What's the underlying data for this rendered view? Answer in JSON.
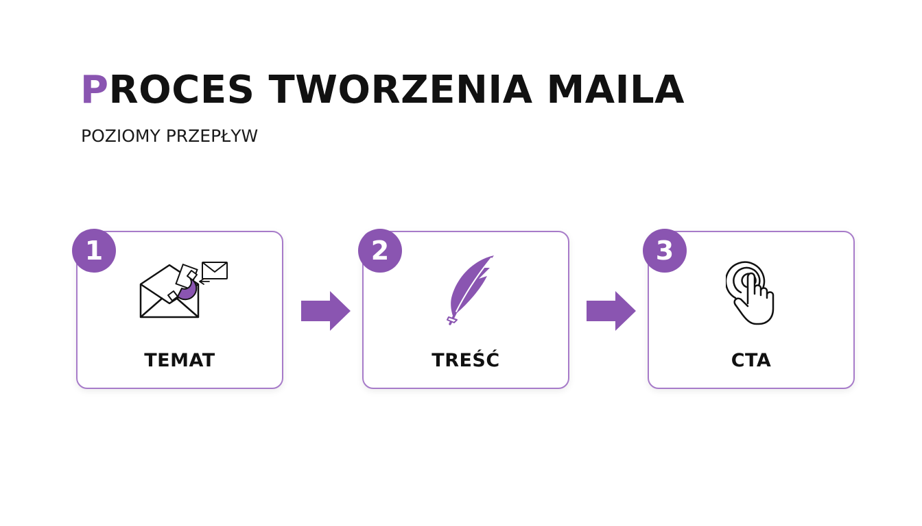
{
  "header": {
    "title_accent": "P",
    "title_rest": "ROCES TWORZENIA MAILA",
    "subtitle": "POZIOMY PRZEPŁYW"
  },
  "steps": [
    {
      "number": "1",
      "label": "TEMAT",
      "icon": "envelope-magnet-icon"
    },
    {
      "number": "2",
      "label": "TREŚĆ",
      "icon": "feather-quill-icon"
    },
    {
      "number": "3",
      "label": "CTA",
      "icon": "hand-click-icon"
    }
  ],
  "connectors": [
    {
      "icon": "arrow-right-icon"
    },
    {
      "icon": "arrow-right-icon"
    }
  ],
  "colors": {
    "accent": "#8a55b1",
    "card_border": "#a77bc9",
    "text": "#111111",
    "background": "#ffffff"
  }
}
